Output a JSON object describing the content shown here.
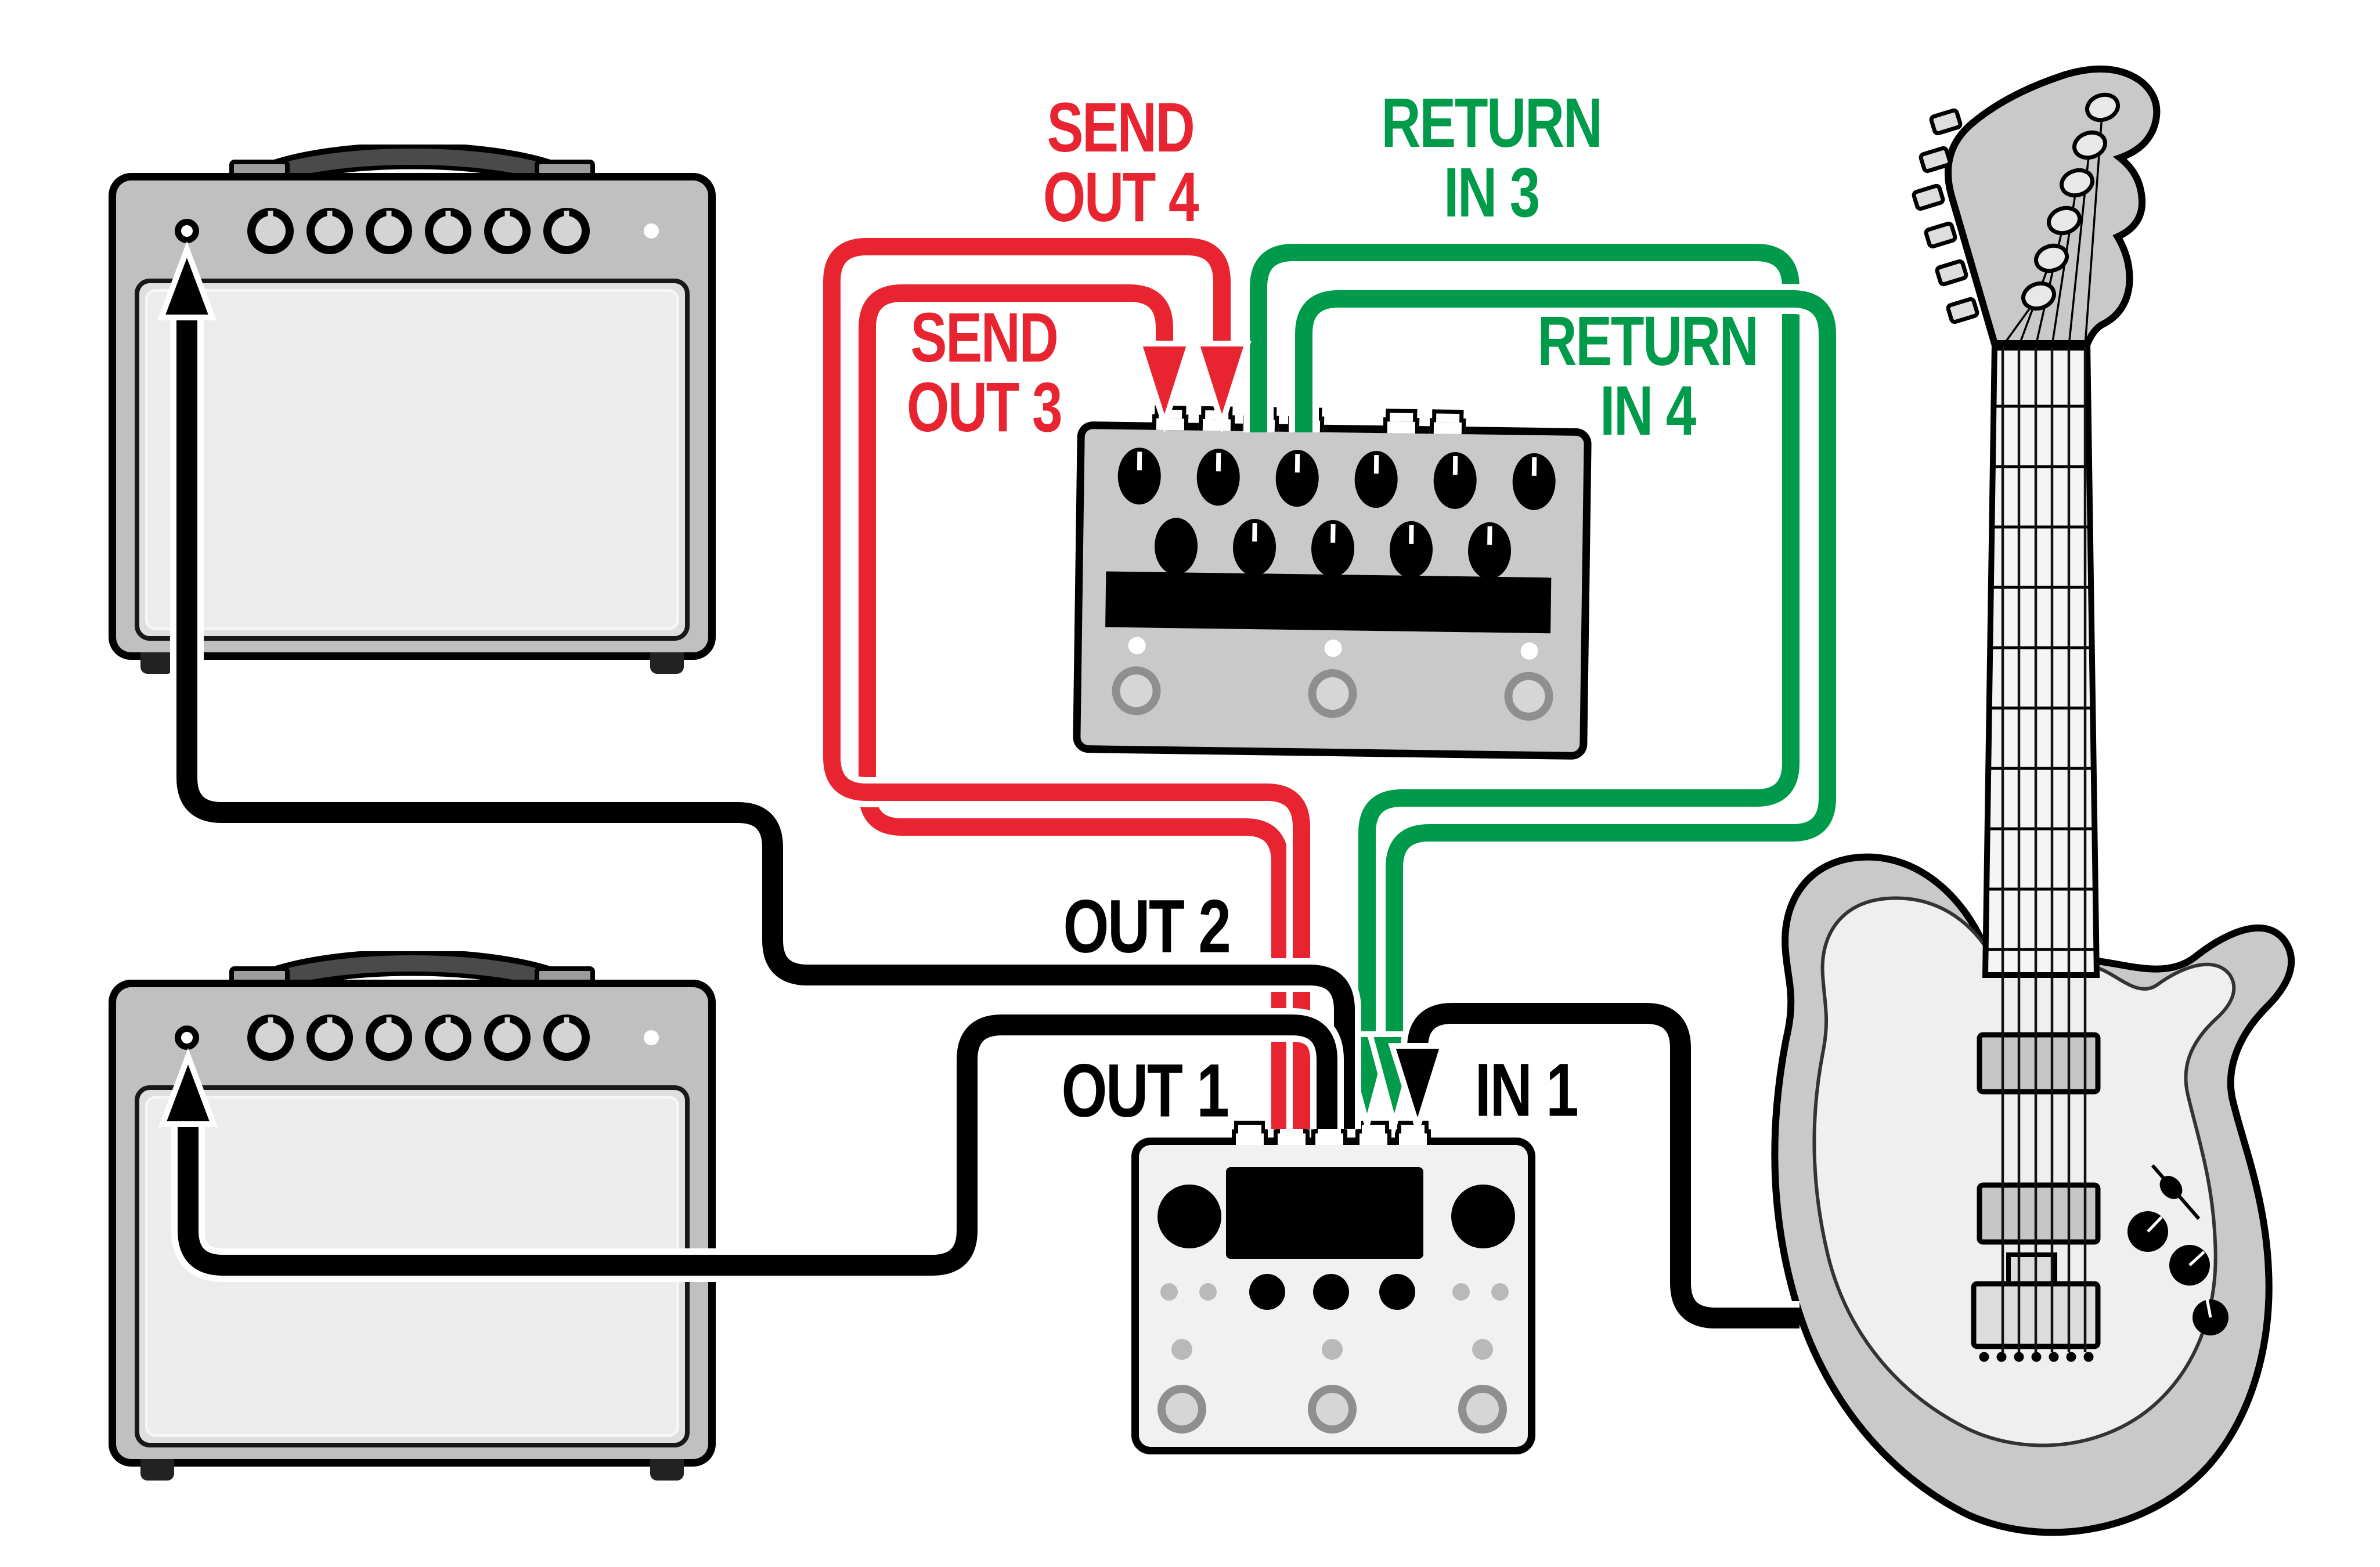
{
  "colors": {
    "send_cable": "#e72430",
    "return_cable": "#009b4a",
    "plain_cable": "#000000",
    "amp_body": "#c0c0c0",
    "fx_unit_body": "#c9c9c9",
    "floor_unit_body": "#f1f1f1"
  },
  "labels": {
    "send_out_4": [
      "SEND",
      "OUT 4"
    ],
    "send_out_3": [
      "SEND",
      "OUT 3"
    ],
    "return_in_3": [
      "RETURN",
      "IN 3"
    ],
    "return_in_4": [
      "RETURN",
      "IN 4"
    ],
    "out_2": "OUT 2",
    "out_1": "OUT 1",
    "in_1": "IN 1"
  },
  "diagram_data": {
    "type": "signal-flow-diagram",
    "nodes": [
      {
        "id": "amp-top",
        "kind": "guitar combo amplifier",
        "knobs": 6
      },
      {
        "id": "amp-bottom",
        "kind": "guitar combo amplifier",
        "knobs": 6
      },
      {
        "id": "fx-unit",
        "kind": "desktop multi-effects pedal",
        "knobs": 11,
        "footswitches": 3,
        "jacks": 6
      },
      {
        "id": "floor-unit",
        "kind": "floor multi-effects / switcher",
        "footswitches": 3,
        "jacks": 5
      },
      {
        "id": "guitar",
        "kind": "electric guitar",
        "strings": 6
      }
    ],
    "connections": [
      {
        "from": "guitar",
        "to": "floor-unit",
        "label": "IN 1",
        "color": "black",
        "arrow_into": "floor-unit"
      },
      {
        "from": "floor-unit",
        "to": "amp-top",
        "label": "OUT 2",
        "color": "black",
        "arrow_into": "amp-top input"
      },
      {
        "from": "floor-unit",
        "to": "amp-bottom",
        "label": "OUT 1",
        "color": "black",
        "arrow_into": "amp-bottom input"
      },
      {
        "from": "floor-unit",
        "to": "fx-unit",
        "label": "SEND OUT 3",
        "color": "red",
        "arrow_into": "fx-unit"
      },
      {
        "from": "floor-unit",
        "to": "fx-unit",
        "label": "SEND OUT 4",
        "color": "red",
        "arrow_into": "fx-unit"
      },
      {
        "from": "fx-unit",
        "to": "floor-unit",
        "label": "RETURN IN 3",
        "color": "green",
        "arrow_into": "floor-unit"
      },
      {
        "from": "fx-unit",
        "to": "floor-unit",
        "label": "RETURN IN 4",
        "color": "green",
        "arrow_into": "floor-unit"
      }
    ]
  }
}
